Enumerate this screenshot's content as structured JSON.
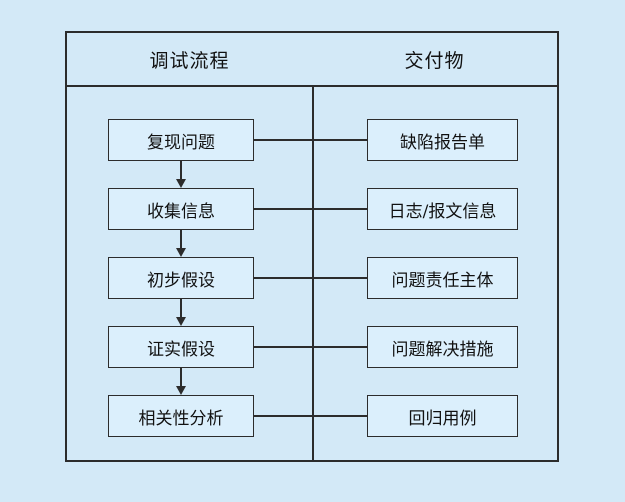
{
  "colors": {
    "page_background": "#d3e9f7",
    "box_fill": "#dbeffc",
    "line": "#2c2c2c",
    "text": "#111111"
  },
  "table": {
    "headers": [
      {
        "label": "调试流程"
      },
      {
        "label": "交付物"
      }
    ]
  },
  "flow": {
    "rows": [
      {
        "step": "复现问题",
        "deliverable": "缺陷报告单"
      },
      {
        "step": "收集信息",
        "deliverable": "日志/报文信息"
      },
      {
        "step": "初步假设",
        "deliverable": "问题责任主体"
      },
      {
        "step": "证实假设",
        "deliverable": "问题解决措施"
      },
      {
        "step": "相关性分析",
        "deliverable": "回归用例"
      }
    ]
  }
}
